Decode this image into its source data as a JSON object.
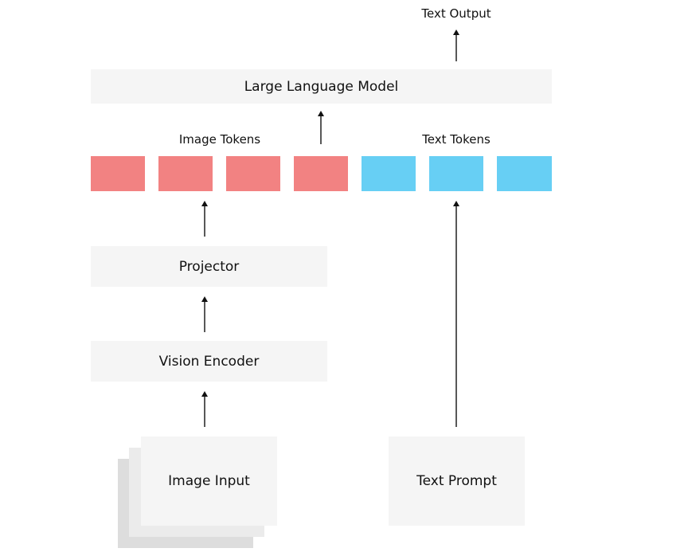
{
  "labels": {
    "text_output": "Text Output",
    "llm": "Large Language Model",
    "image_tokens": "Image Tokens",
    "text_tokens": "Text Tokens",
    "projector": "Projector",
    "vision_encoder": "Vision Encoder",
    "image_input": "Image Input",
    "text_prompt": "Text Prompt"
  },
  "tokens": {
    "image_count": 4,
    "text_count": 3
  },
  "colors": {
    "box_fill": "#f5f5f5",
    "image_token": "#f28282",
    "text_token": "#67cff4",
    "stack_shadow": "#dddddd",
    "arrow": "#111111"
  }
}
